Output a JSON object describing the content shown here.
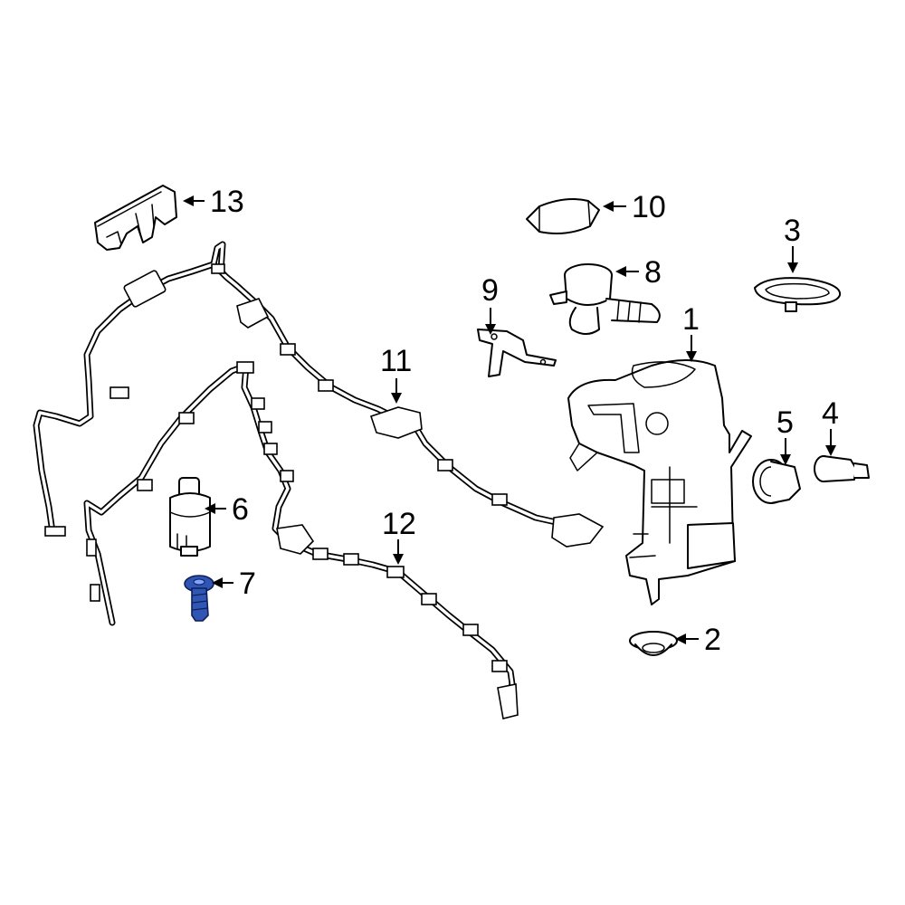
{
  "diagram": {
    "highlight_color": "#2f55b5",
    "line_color": "#000000",
    "background": "#ffffff"
  },
  "callouts": {
    "c1": "1",
    "c2": "2",
    "c3": "3",
    "c4": "4",
    "c5": "5",
    "c6": "6",
    "c7": "7",
    "c8": "8",
    "c9": "9",
    "c10": "10",
    "c11": "11",
    "c12": "12",
    "c13": "13"
  }
}
